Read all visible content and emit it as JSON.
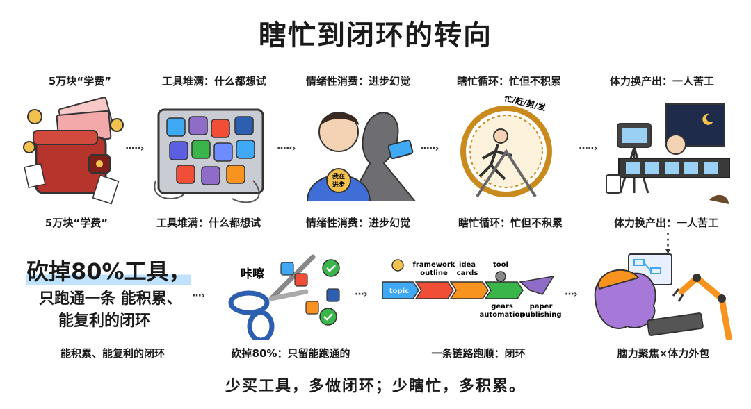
{
  "title": "瞎忙到闭环的转向",
  "row1": {
    "top_labels": [
      "5万块“学费”",
      "工具堆满：什么都想试",
      "情绪性消费：进步幻觉",
      "瞎忙循环：忙但不积累",
      "体力换产出：一人苦工"
    ],
    "bottom_labels": [
      "5万块“学费”",
      "工具堆满：什么都想试",
      "情绪性消费：进步幻觉",
      "瞎忙循环：忙但不积累",
      "体力换产出：一人苦工"
    ],
    "badge_text": [
      "我在",
      "进步"
    ],
    "wheel_text": "忙/赶/剪/发"
  },
  "row2": {
    "headline": {
      "line1": "砍掉80%工具，",
      "line2": "只跑通一条 能积累、",
      "line3": "能复利的闭环"
    },
    "scissors_sound": "咔嚓",
    "pipeline": {
      "top_labels": [
        [
          "framework",
          "outline"
        ],
        [
          "idea",
          "cards"
        ],
        [
          "tool"
        ]
      ],
      "step_labels": [
        "topic"
      ],
      "bottom_labels": [
        [
          "gears",
          "automation"
        ],
        [
          "paper",
          "publishing"
        ]
      ]
    },
    "bottom_labels": [
      "能积累、能复利的闭环",
      "砍掉80%：只留能跑通的",
      "一条链路跑顺：闭环",
      "脑力聚焦×体力外包"
    ]
  },
  "footer": "少买工具，多做闭环；少瞎忙，多积累。",
  "colors": {
    "accent_blue": "#bfe3ff",
    "pipeline": [
      "#3fa9f5",
      "#f04e37",
      "#f7931e",
      "#39b54a",
      "#8e6cc8"
    ]
  }
}
